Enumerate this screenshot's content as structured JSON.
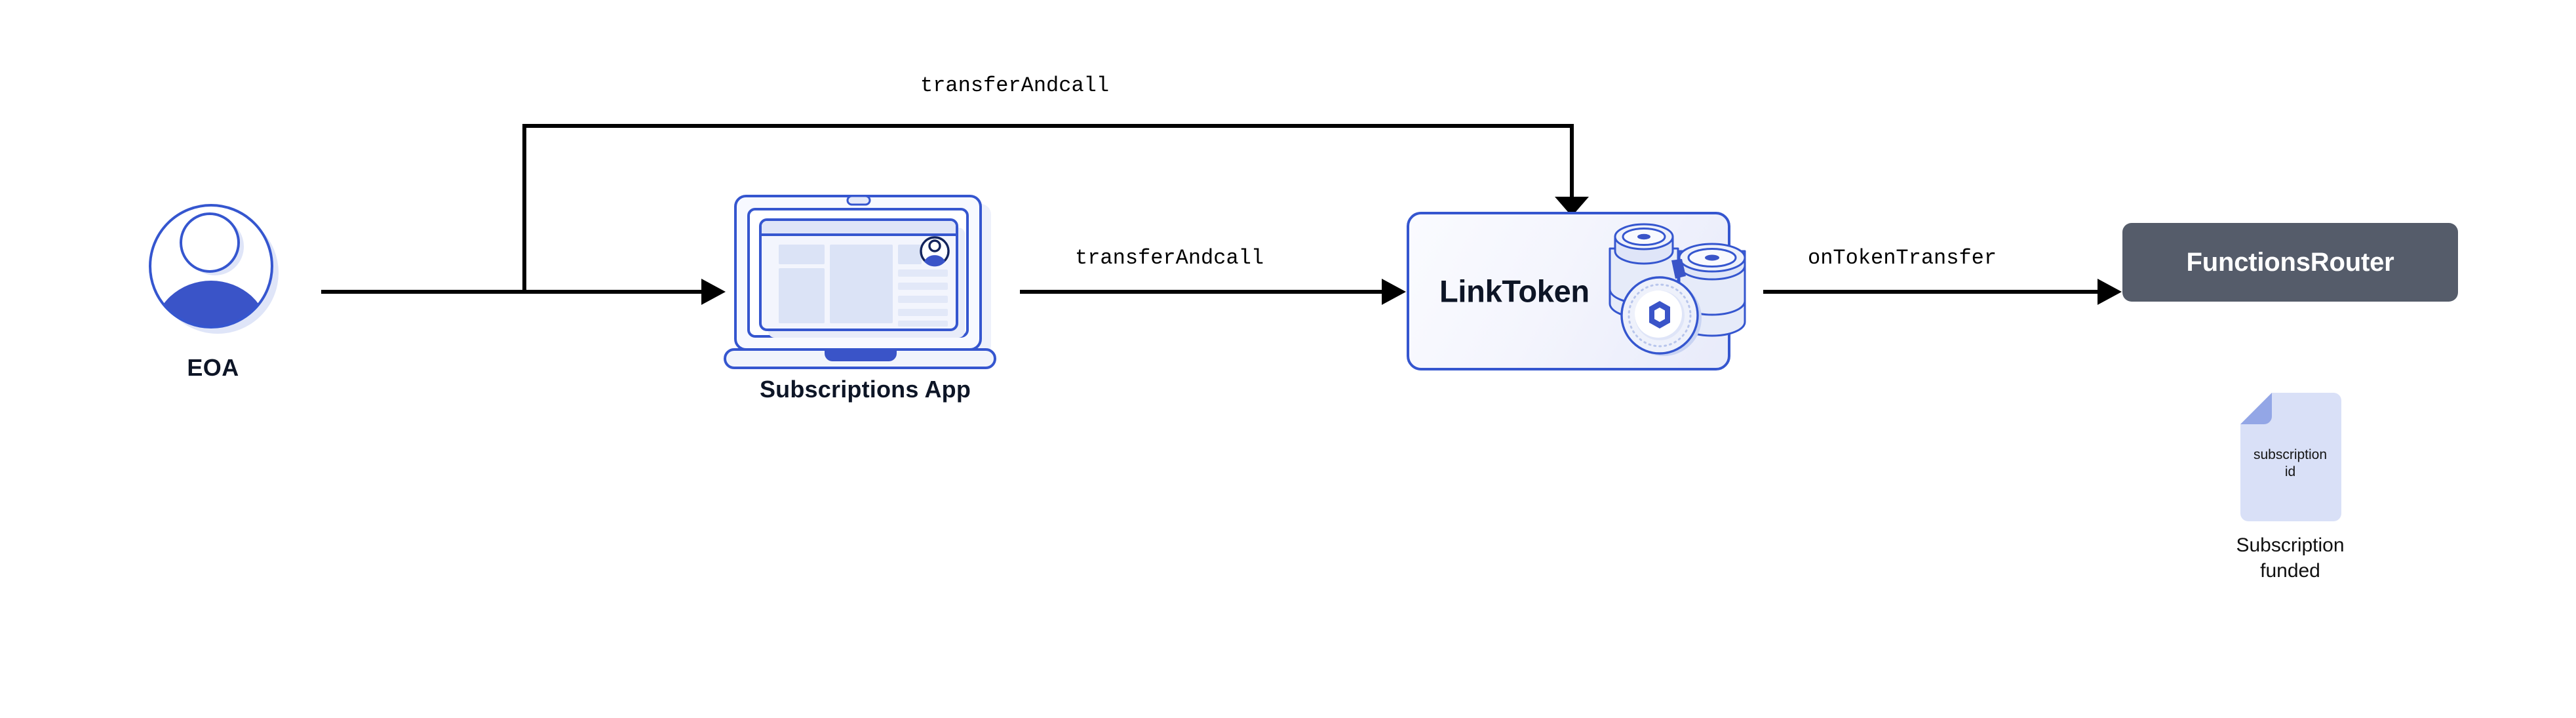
{
  "diagram": {
    "title": "Chainlink Functions subscription funding flow",
    "background": "#ffffff",
    "colors": {
      "accent_blue": "#3556cf",
      "solid_blue": "#3a54c8",
      "light_blue_fill": "#dfe5f8",
      "pale_blue_fill": "#eef1fb",
      "dark_navy_text": "#0d1526",
      "router_gray": "#555c6a",
      "line_black": "#000000",
      "doc_fill": "#d9e0f7",
      "doc_fold": "#93a6e6"
    },
    "nodes": [
      {
        "id": "eoa",
        "label": "EOA",
        "icon": "user-avatar-icon",
        "kind": "actor"
      },
      {
        "id": "subscriptions-app",
        "label": "Subscriptions App",
        "icon": "laptop-icon",
        "kind": "application"
      },
      {
        "id": "linktoken",
        "label": "LinkToken",
        "icon": "link-coin-stack-icon",
        "kind": "contract"
      },
      {
        "id": "functionsrouter",
        "label": "FunctionsRouter",
        "icon": "",
        "kind": "contract"
      },
      {
        "id": "subscription-doc",
        "label": "subscription\nid",
        "label_line1": "subscription",
        "label_line2": "id",
        "caption_line1": "Subscription",
        "caption_line2": "funded",
        "icon": "document-icon",
        "kind": "artifact"
      }
    ],
    "edges": [
      {
        "id": "eoa-to-app",
        "from": "eoa",
        "to": "subscriptions-app",
        "label": "",
        "style": "straight-arrow"
      },
      {
        "id": "eoa-to-linktoken",
        "from": "eoa",
        "to": "linktoken",
        "label": "transferAndcall",
        "style": "orthogonal-arrow-top"
      },
      {
        "id": "app-to-linktoken",
        "from": "subscriptions-app",
        "to": "linktoken",
        "label": "transferAndcall",
        "style": "straight-arrow"
      },
      {
        "id": "linktoken-to-router",
        "from": "linktoken",
        "to": "functionsrouter",
        "label": "onTokenTransfer",
        "style": "straight-arrow"
      }
    ]
  },
  "labels": {
    "eoa": "EOA",
    "subscriptions_app": "Subscriptions App",
    "linktoken": "LinkToken",
    "functionsrouter": "FunctionsRouter",
    "edge_top": "transferAndcall",
    "edge_mid": "transferAndcall",
    "edge_right": "onTokenTransfer",
    "doc_text_line1": "subscription",
    "doc_text_line2": "id",
    "doc_caption_line1": "Subscription",
    "doc_caption_line2": "funded"
  }
}
